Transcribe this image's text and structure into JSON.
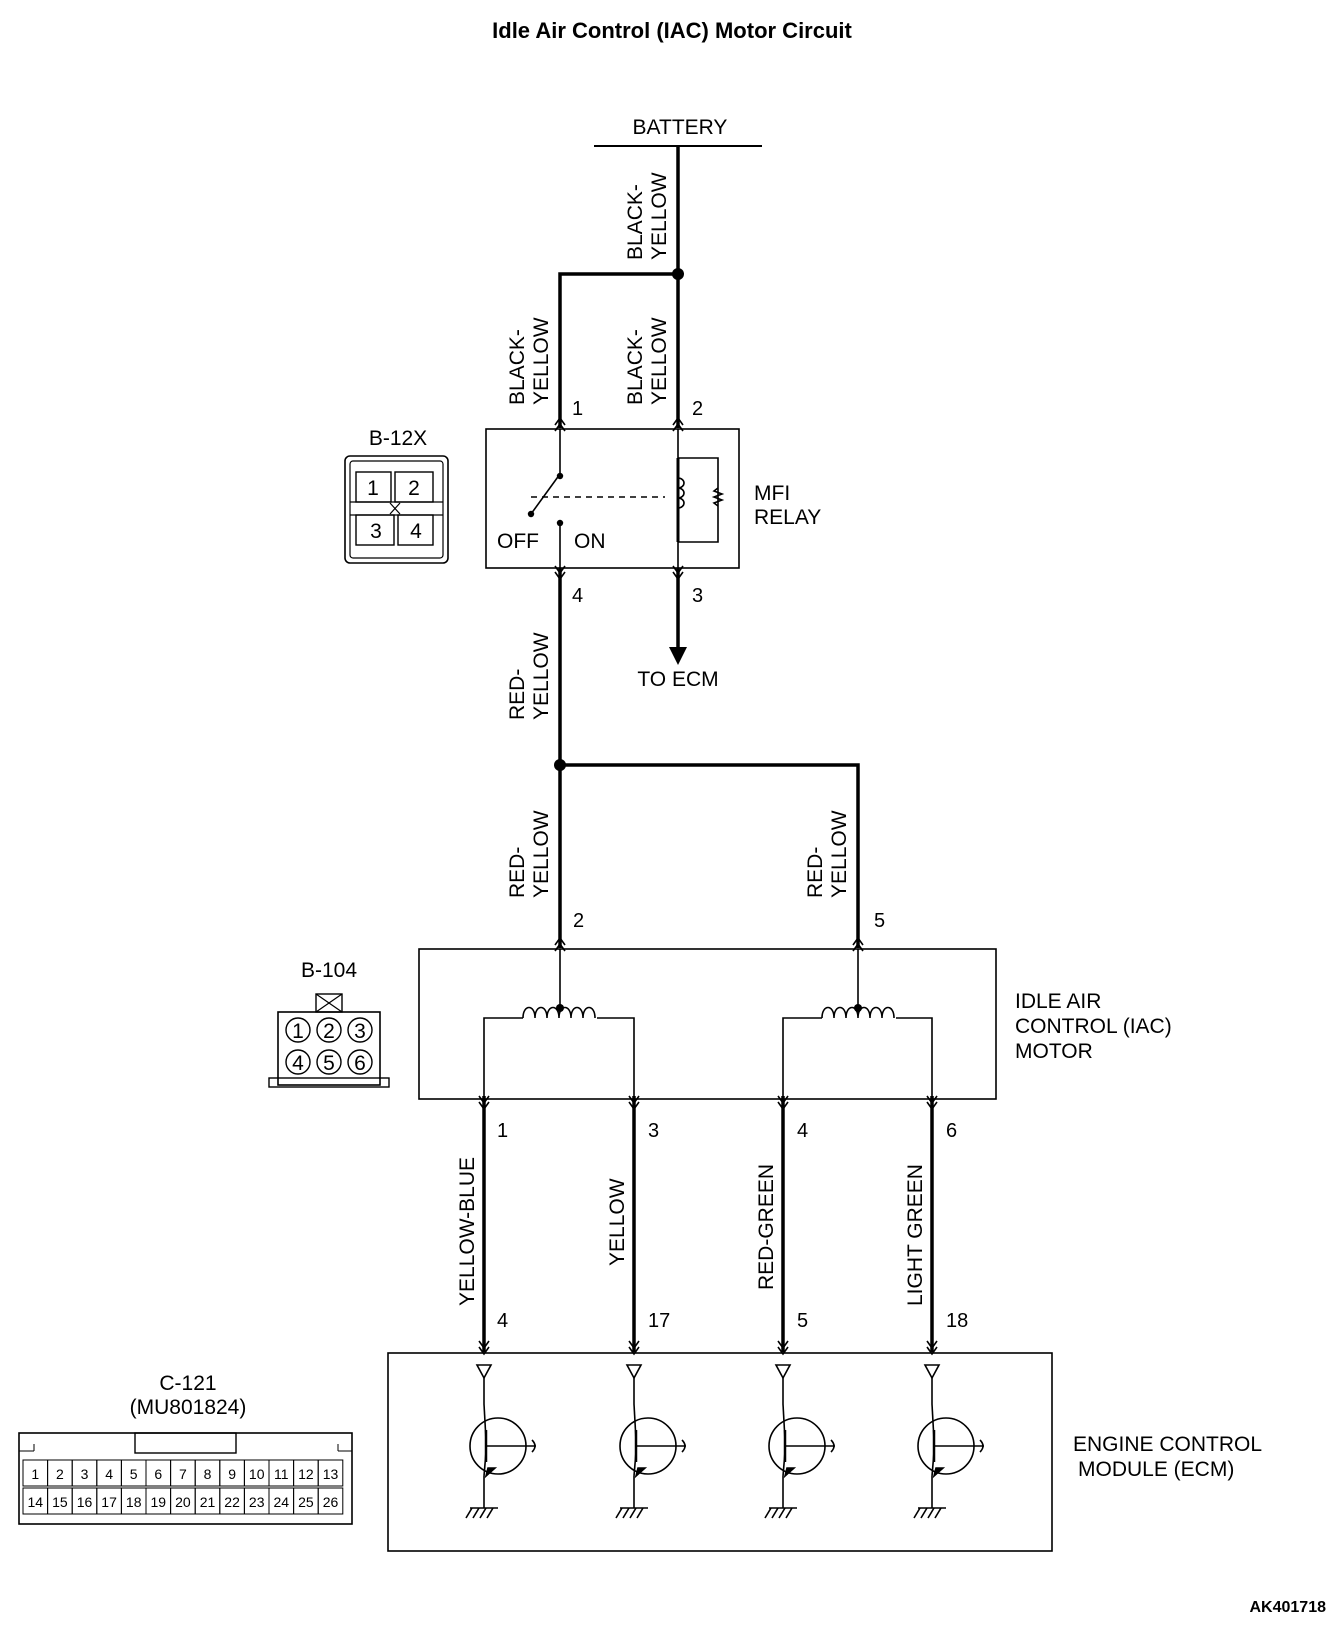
{
  "title": "Idle Air Control (IAC) Motor Circuit",
  "figure_code": "AK401718",
  "battery": {
    "label": "BATTERY"
  },
  "wires": {
    "battery_main": [
      "BLACK-",
      "YELLOW"
    ],
    "relay_pin1": [
      "BLACK-",
      "YELLOW"
    ],
    "relay_pin2": [
      "BLACK-",
      "YELLOW"
    ],
    "relay_out": [
      "RED-",
      "YELLOW"
    ],
    "iac_pin2": [
      "RED-",
      "YELLOW"
    ],
    "iac_pin5": [
      "RED-",
      "YELLOW"
    ],
    "iac_pin1": "YELLOW-BLUE",
    "iac_pin3": "YELLOW",
    "iac_pin4": "RED-GREEN",
    "iac_pin6": "LIGHT GREEN"
  },
  "relay": {
    "name_lines": [
      "MFI",
      "RELAY"
    ],
    "connector": "B-12X",
    "connector_pins": [
      "1",
      "2",
      "3",
      "4"
    ],
    "pin_top_left": "1",
    "pin_top_right": "2",
    "pin_bottom_left": "4",
    "pin_bottom_right": "3",
    "switch_off": "OFF",
    "switch_on": "ON",
    "to_ecm": "TO ECM"
  },
  "iac_motor": {
    "name_lines": [
      "IDLE AIR",
      "CONTROL (IAC)",
      "MOTOR"
    ],
    "connector": "B-104",
    "connector_pins": [
      "1",
      "2",
      "3",
      "4",
      "5",
      "6"
    ],
    "pin_in_left": "2",
    "pin_in_right": "5",
    "pins_out": [
      "1",
      "3",
      "4",
      "6"
    ]
  },
  "ecm": {
    "name_lines": [
      "ENGINE CONTROL",
      "MODULE (ECM)"
    ],
    "connector": "C-121",
    "connector_part": "(MU801824)",
    "pins_in": [
      "4",
      "17",
      "5",
      "18"
    ],
    "connector_row1": [
      "1",
      "2",
      "3",
      "4",
      "5",
      "6",
      "7",
      "8",
      "9",
      "10",
      "11",
      "12",
      "13"
    ],
    "connector_row2": [
      "14",
      "15",
      "16",
      "17",
      "18",
      "19",
      "20",
      "21",
      "22",
      "23",
      "24",
      "25",
      "26"
    ]
  }
}
